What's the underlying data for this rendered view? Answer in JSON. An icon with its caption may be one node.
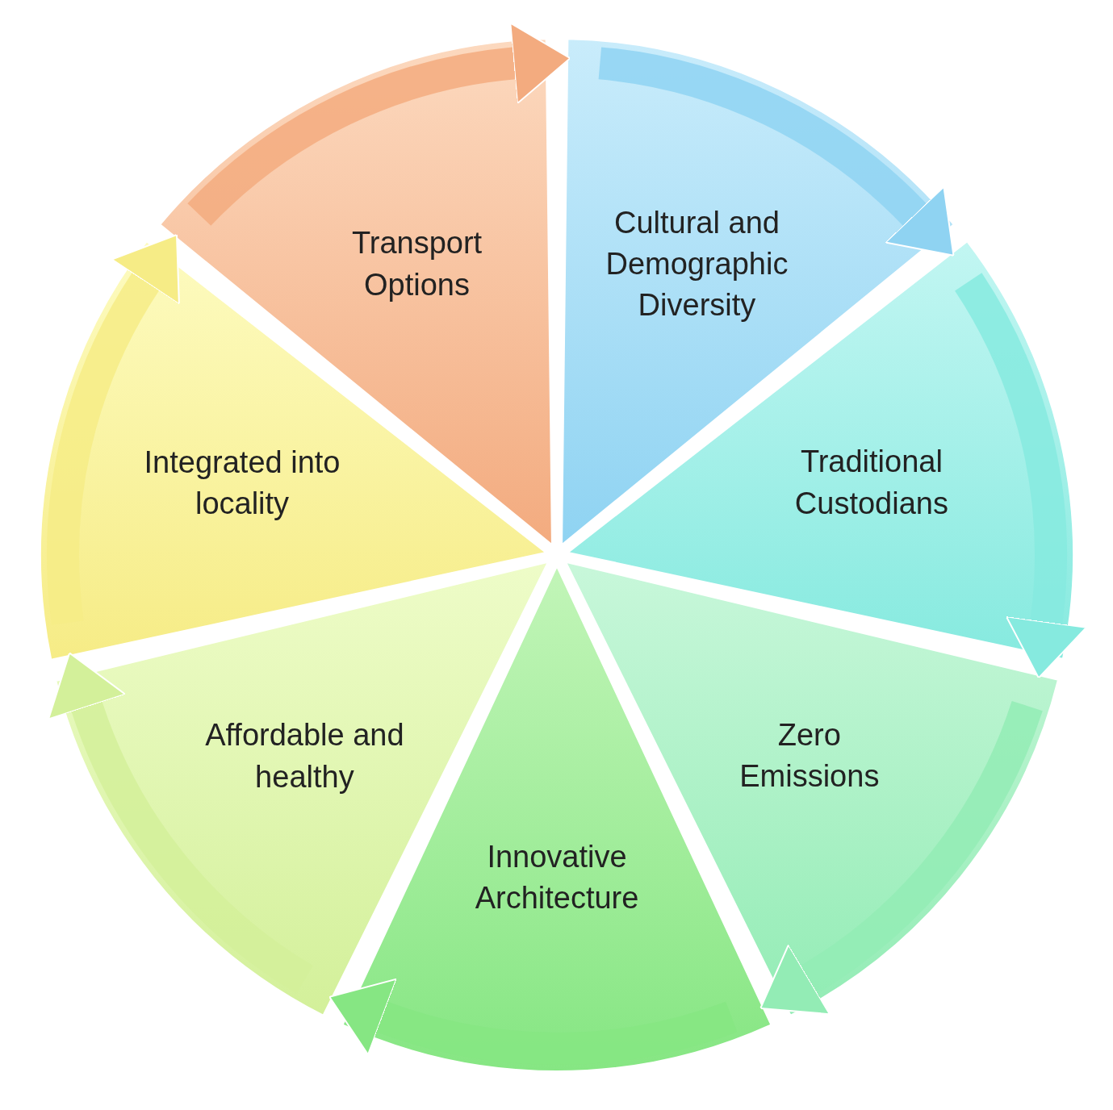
{
  "diagram": {
    "nodes": [
      {
        "text": [
          "Transport Options"
        ]
      },
      {
        "text": [
          "Cultural and Demographic Diversity"
        ]
      },
      {
        "text": [
          "Traditional Custodians"
        ]
      },
      {
        "text": [
          "Zero Emissions"
        ]
      },
      {
        "text": [
          "Innovative Architecture"
        ]
      },
      {
        "text": [
          "Affordable and healthy"
        ]
      },
      {
        "text": [
          "Integrated into locality"
        ]
      }
    ],
    "edges": [
      {
        "from": 0,
        "to": 1,
        "arrow": "to",
        "color": "#f3ab7f"
      },
      {
        "from": 1,
        "to": 2,
        "arrow": "to",
        "color": "#8fd3f2"
      },
      {
        "from": 2,
        "to": 3,
        "arrow": "to",
        "color": "#86eadf"
      },
      {
        "from": 3,
        "to": 4,
        "arrow": "to",
        "color": "#93ecb5"
      },
      {
        "from": 4,
        "to": 5,
        "arrow": "to",
        "color": "#86e683"
      },
      {
        "from": 5,
        "to": 6,
        "arrow": "to",
        "color": "#d3f09a"
      },
      {
        "from": 6,
        "to": 0,
        "arrow": "to",
        "color": "#f6ec86"
      }
    ]
  }
}
